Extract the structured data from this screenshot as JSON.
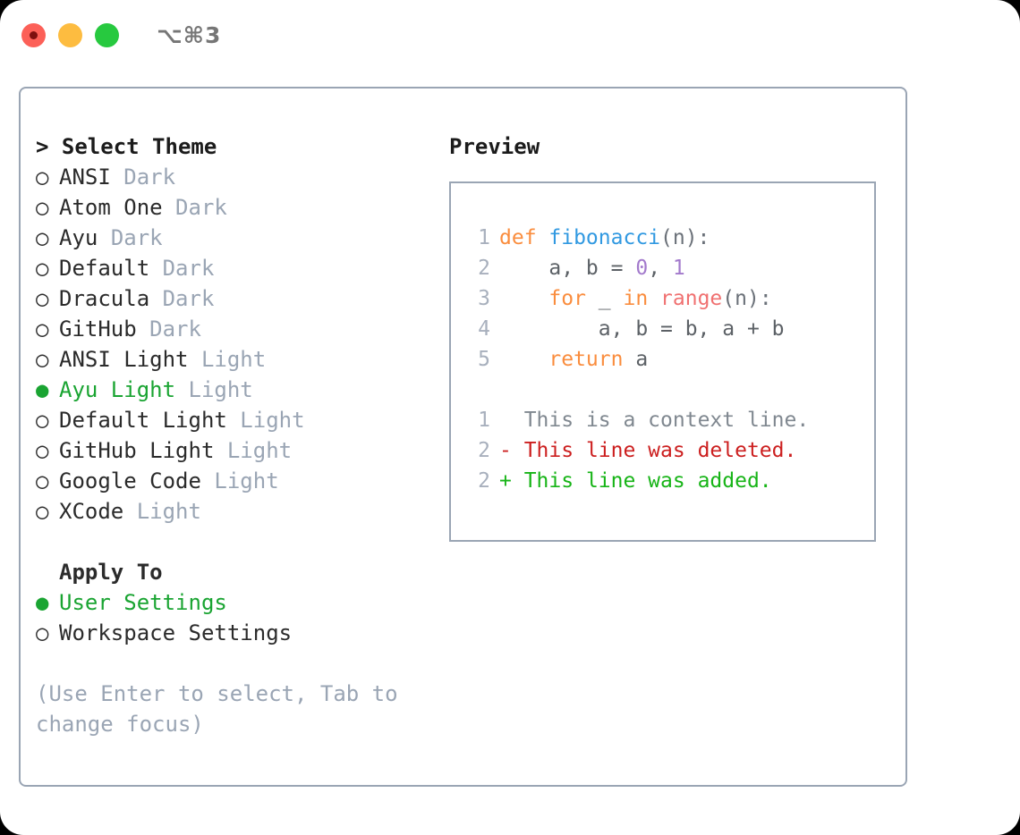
{
  "window": {
    "shortcut_title": "⌥⌘3",
    "traffic_lights": [
      "close-dot",
      "minimize-dot",
      "maximize-dot"
    ]
  },
  "theme_picker": {
    "heading": "> Select Theme",
    "items": [
      {
        "marker": "○",
        "name": "ANSI",
        "tag": "Dark",
        "selected": false
      },
      {
        "marker": "○",
        "name": "Atom One",
        "tag": "Dark",
        "selected": false
      },
      {
        "marker": "○",
        "name": "Ayu",
        "tag": "Dark",
        "selected": false
      },
      {
        "marker": "○",
        "name": "Default",
        "tag": "Dark",
        "selected": false
      },
      {
        "marker": "○",
        "name": "Dracula",
        "tag": "Dark",
        "selected": false
      },
      {
        "marker": "○",
        "name": "GitHub",
        "tag": "Dark",
        "selected": false
      },
      {
        "marker": "○",
        "name": "ANSI Light",
        "tag": "Light",
        "selected": false
      },
      {
        "marker": "●",
        "name": "Ayu Light",
        "tag": "Light",
        "selected": true
      },
      {
        "marker": "○",
        "name": "Default Light",
        "tag": "Light",
        "selected": false
      },
      {
        "marker": "○",
        "name": "GitHub Light",
        "tag": "Light",
        "selected": false
      },
      {
        "marker": "○",
        "name": "Google Code",
        "tag": "Light",
        "selected": false
      },
      {
        "marker": "○",
        "name": "XCode",
        "tag": "Light",
        "selected": false
      }
    ]
  },
  "apply_to": {
    "heading": "Apply To",
    "items": [
      {
        "marker": "●",
        "name": "User Settings",
        "selected": true
      },
      {
        "marker": "○",
        "name": "Workspace Settings",
        "selected": false
      }
    ]
  },
  "hint": "(Use Enter to select, Tab to change focus)",
  "preview": {
    "title": "Preview",
    "code_lines": [
      {
        "number": "1",
        "tokens": [
          {
            "text": "def ",
            "kind": "kw"
          },
          {
            "text": "fibonacci",
            "kind": "fn"
          },
          {
            "text": "(n):",
            "kind": "punct"
          }
        ]
      },
      {
        "number": "2",
        "tokens": [
          {
            "text": "    a, b = ",
            "kind": "var"
          },
          {
            "text": "0",
            "kind": "num"
          },
          {
            "text": ", ",
            "kind": "var"
          },
          {
            "text": "1",
            "kind": "num"
          }
        ]
      },
      {
        "number": "3",
        "tokens": [
          {
            "text": "    for ",
            "kind": "kw"
          },
          {
            "text": "_ ",
            "kind": "var"
          },
          {
            "text": "in ",
            "kind": "kw"
          },
          {
            "text": "range",
            "kind": "builtin"
          },
          {
            "text": "(n):",
            "kind": "punct"
          }
        ]
      },
      {
        "number": "4",
        "tokens": [
          {
            "text": "        a, b = b, a + b",
            "kind": "var"
          }
        ]
      },
      {
        "number": "5",
        "tokens": [
          {
            "text": "    return ",
            "kind": "kw"
          },
          {
            "text": "a",
            "kind": "var"
          }
        ]
      }
    ],
    "diff_lines": [
      {
        "number": "1",
        "prefix": "  ",
        "text": "This is a context line.",
        "kind": "ctx"
      },
      {
        "number": "2",
        "prefix": "- ",
        "text": "This line was deleted.",
        "kind": "del"
      },
      {
        "number": "2",
        "prefix": "+ ",
        "text": "This line was added.",
        "kind": "add"
      }
    ]
  },
  "colors": {
    "accent_green": "#1aa432",
    "muted": "#9aa5b4",
    "panel_border": "#9aa5b4",
    "keyword": "#fa8d3e",
    "function": "#3199e1",
    "number": "#a37acc",
    "builtin": "#f07171",
    "diff_delete": "#cc1f1f",
    "diff_add": "#17b417",
    "close_dot": "#fc6058",
    "minimize_dot": "#fdbc40",
    "maximize_dot": "#27c93f"
  }
}
